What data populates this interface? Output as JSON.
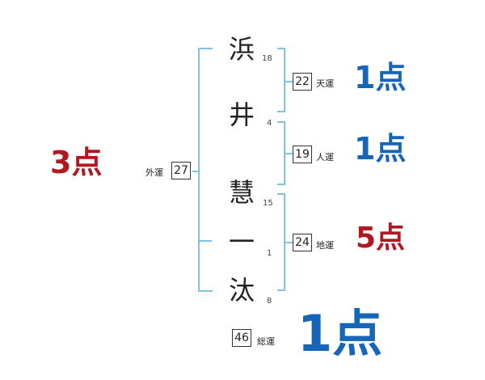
{
  "colors": {
    "line": "#7ec3e6",
    "blue": "#1565b8",
    "red": "#b01822"
  },
  "characters": [
    {
      "char": "浜",
      "strokes": "18"
    },
    {
      "char": "井",
      "strokes": "4"
    },
    {
      "char": "慧",
      "strokes": "15"
    },
    {
      "char": "一",
      "strokes": "1"
    },
    {
      "char": "汰",
      "strokes": "8"
    }
  ],
  "fortunes": {
    "tenkaku": {
      "value": "22",
      "label": "天運",
      "score": "1点"
    },
    "jinkaku": {
      "value": "19",
      "label": "人運",
      "score": "1点"
    },
    "chikaku": {
      "value": "24",
      "label": "地運",
      "score": "5点"
    },
    "gaikaku": {
      "value": "27",
      "label": "外運",
      "score": "3点"
    },
    "soukaku": {
      "value": "46",
      "label": "総運",
      "score": "1点"
    }
  }
}
